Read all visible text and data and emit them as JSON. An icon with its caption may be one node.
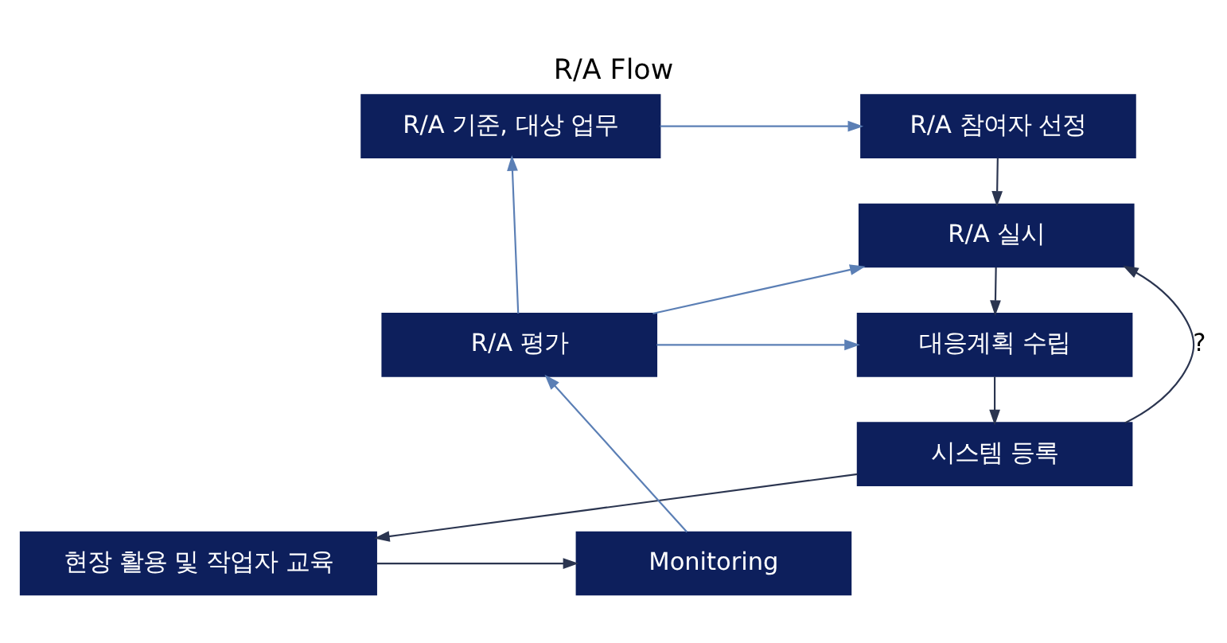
{
  "diagram": {
    "title": "R/A Flow",
    "nodes": [
      {
        "text": [
          "R/A 기준, 대상 업무"
        ]
      },
      {
        "text": [
          "R/A 참여자 선정"
        ]
      },
      {
        "text": [
          "R/A 실시"
        ]
      },
      {
        "text": [
          "R/A 평가"
        ]
      },
      {
        "text": [
          "대응계획 수립"
        ]
      },
      {
        "text": [
          "시스템 등록"
        ]
      },
      {
        "text": [
          "Monitoring"
        ]
      },
      {
        "text": [
          "현장 활용 및 작업자 교육"
        ]
      }
    ],
    "edges": [
      {
        "from": 0,
        "to": 1,
        "arrow": "to",
        "color": "#5b7fb5"
      },
      {
        "from": 1,
        "to": 2,
        "arrow": "to"
      },
      {
        "from": 3,
        "to": 0,
        "arrow": "to",
        "color": "#5b7fb5"
      },
      {
        "from": 3,
        "to": 2,
        "arrow": "to",
        "color": "#5b7fb5"
      },
      {
        "from": 3,
        "to": 4,
        "arrow": "to",
        "color": "#5b7fb5"
      },
      {
        "from": 2,
        "to": 4,
        "arrow": "to"
      },
      {
        "from": 4,
        "to": 5,
        "arrow": "to"
      },
      {
        "from": 5,
        "to": 2,
        "arrow": "to",
        "label": "?"
      },
      {
        "from": 5,
        "to": 7,
        "arrow": "to"
      },
      {
        "from": 7,
        "to": 6,
        "arrow": "to"
      },
      {
        "from": 6,
        "to": 3,
        "arrow": "to",
        "color": "#5b7fb5"
      }
    ]
  }
}
